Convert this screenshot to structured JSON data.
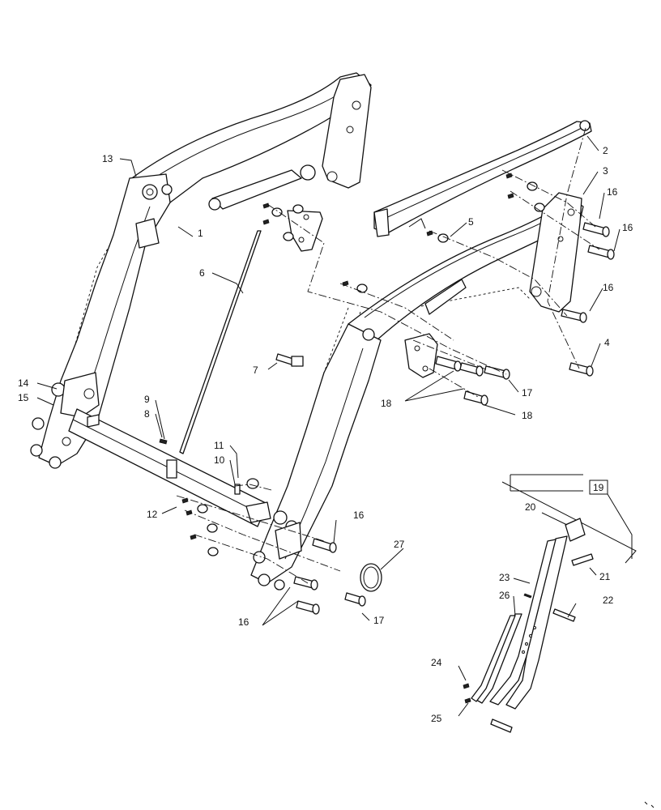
{
  "callouts": {
    "c1": "1",
    "c2": "2",
    "c3": "3",
    "c4": "4",
    "c5": "5",
    "c6": "6",
    "c7": "7",
    "c8": "8",
    "c9": "9",
    "c10": "10",
    "c11": "11",
    "c12": "12",
    "c13": "13",
    "c14": "14",
    "c15": "15",
    "c16": "16",
    "c17": "17",
    "c18": "18",
    "c19": "19",
    "c20": "20",
    "c21": "21",
    "c22": "22",
    "c23": "23",
    "c24": "24",
    "c25": "25",
    "c26": "26",
    "c27": "27"
  },
  "assembly_box_label": "19"
}
